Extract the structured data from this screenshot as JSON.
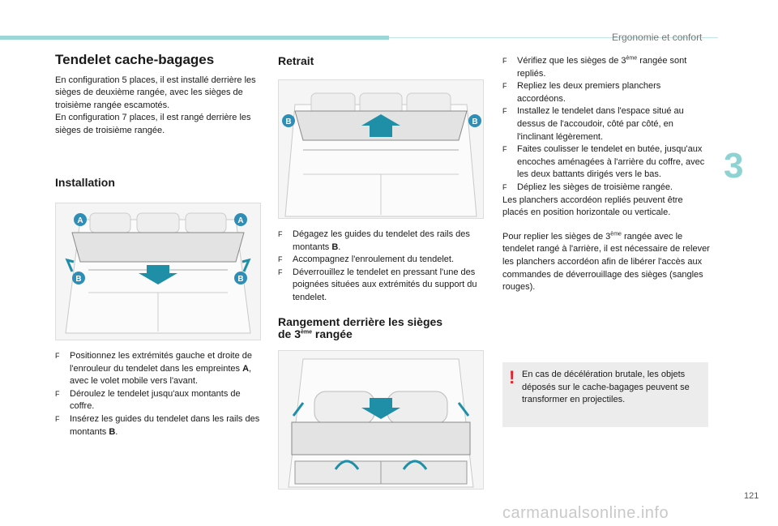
{
  "header": {
    "section": "Ergonomie et confort",
    "chapter": "3",
    "page": "121"
  },
  "col1": {
    "title": "Tendelet cache-bagages",
    "intro1": "En configuration 5 places, il est installé derrière les sièges de deuxième rangée, avec les sièges de troisième rangée escamotés.",
    "intro2": "En configuration 7 places, il est rangé derrière les sièges de troisième rangée.",
    "installation_title": "Installation",
    "bullet1": "Positionnez les extrémités gauche et droite de l'enrouleur du tendelet dans les empreintes ",
    "bullet1_bold": "A",
    "bullet1_end": ", avec le volet mobile vers l'avant.",
    "bullet2": "Déroulez le tendelet jusqu'aux montants de coffre.",
    "bullet3": "Insérez les guides du tendelet dans les rails des montants ",
    "bullet3_bold": "B",
    "bullet3_end": "."
  },
  "col2": {
    "retrait_title": "Retrait",
    "bullet1": "Dégagez les guides du tendelet des rails des montants ",
    "bullet1_bold": "B",
    "bullet1_end": ".",
    "bullet2": "Accompagnez l'enroulement du tendelet.",
    "bullet3": "Déverrouillez le tendelet en pressant l'une des poignées situées aux extrémités du support du tendelet.",
    "rangement_title_a": "Rangement derrière les sièges",
    "rangement_title_b": "de 3",
    "rangement_title_sup": "ème",
    "rangement_title_c": " rangée"
  },
  "col3": {
    "bullet1_a": "Vérifiez que les sièges de 3",
    "bullet1_sup": "ème",
    "bullet1_b": " rangée sont repliés.",
    "bullet2": "Repliez les deux premiers planchers accordéons.",
    "bullet3": "Installez le tendelet dans l'espace situé au dessus de l'accoudoir, côté par côté, en l'inclinant légèrement.",
    "bullet4": "Faites coulisser le tendelet en butée, jusqu'aux encoches aménagées à l'arrière du coffre, avec les deux battants dirigés vers le bas.",
    "bullet5": "Dépliez les sièges de troisième rangée.",
    "para1": "Les planchers accordéon repliés peuvent être placés en position horizontale ou verticale.",
    "para2_a": "Pour replier les sièges de 3",
    "para2_sup": "ème",
    "para2_b": " rangée avec le tendelet rangé à l'arrière, il est nécessaire de relever les planchers accordéon afin de libérer l'accès aux commandes de déverrouillage des sièges (sangles rouges).",
    "warning_mark": "!",
    "warning": "En cas de décélération brutale, les objets déposés sur le cache-bagages peuvent se transformer en projectiles."
  },
  "figures": {
    "fig1_labels": [
      "A",
      "A",
      "B",
      "B"
    ],
    "fig2_labels": [
      "B",
      "B"
    ]
  },
  "bullet_glyph": "F",
  "watermark": "carmanualsonline.info",
  "colors": {
    "accent": "#9ad7d6",
    "callout": "#2d8fb8",
    "arrow": "#1f8fa8",
    "warn": "#e0252c"
  }
}
